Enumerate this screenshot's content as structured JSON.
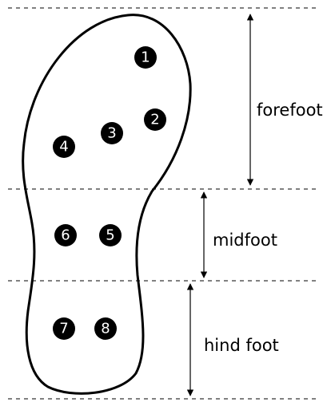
{
  "regions": [
    {
      "key": "forefoot",
      "label": "forefoot"
    },
    {
      "key": "midfoot",
      "label": "midfoot"
    },
    {
      "key": "hindfoot",
      "label": "hind foot"
    }
  ],
  "sensors": [
    {
      "id": "1",
      "region": "forefoot"
    },
    {
      "id": "2",
      "region": "forefoot"
    },
    {
      "id": "3",
      "region": "forefoot"
    },
    {
      "id": "4",
      "region": "forefoot"
    },
    {
      "id": "5",
      "region": "midfoot"
    },
    {
      "id": "6",
      "region": "midfoot"
    },
    {
      "id": "7",
      "region": "hindfoot"
    },
    {
      "id": "8",
      "region": "hindfoot"
    }
  ]
}
